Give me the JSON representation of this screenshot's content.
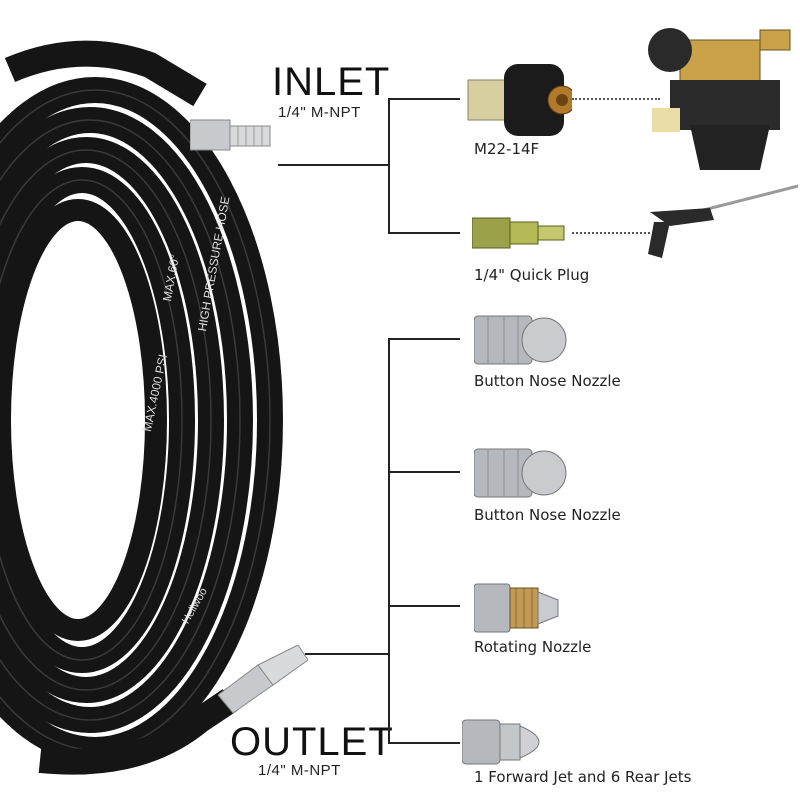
{
  "inlet": {
    "title": "INLET",
    "thread": "1/4\" M-NPT"
  },
  "outlet": {
    "title": "OUTLET",
    "thread": "1/4\" M-NPT"
  },
  "accessories": [
    {
      "label": "M22-14F",
      "icon": "m22-coupler-icon"
    },
    {
      "label": "1/4\" Quick Plug",
      "icon": "quick-plug-icon"
    },
    {
      "label": "Button Nose Nozzle",
      "icon": "button-nozzle-icon"
    },
    {
      "label": "Button Nose Nozzle",
      "icon": "button-nozzle-icon"
    },
    {
      "label": "Rotating Nozzle",
      "icon": "rotating-nozzle-icon"
    },
    {
      "label": "1 Forward Jet and 6 Rear Jets",
      "icon": "jet-nozzle-icon"
    }
  ],
  "hose_print": {
    "brand": "Hellwoo",
    "type": "HIGH PRESSURE HOSE",
    "rating": "MAX.4000 PSI",
    "temp": "MAX.60°"
  },
  "colors": {
    "hose": "#141414",
    "brass": "#c8a14a",
    "steel": "#b9bcc0",
    "line": "#222222"
  }
}
